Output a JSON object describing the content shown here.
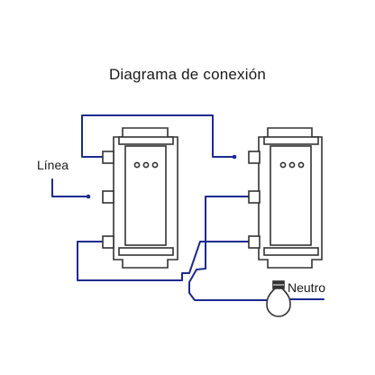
{
  "title": "Diagrama de conexión",
  "labels": {
    "line": "Línea",
    "neutral": "Neutro"
  },
  "colors": {
    "wire": "#1c2b8f",
    "outline": "#333333",
    "background": "#ffffff"
  },
  "components": {
    "switches": [
      "switch-left",
      "switch-right"
    ],
    "switch_indicator_dots": 3,
    "load": "light-bulb-icon"
  }
}
